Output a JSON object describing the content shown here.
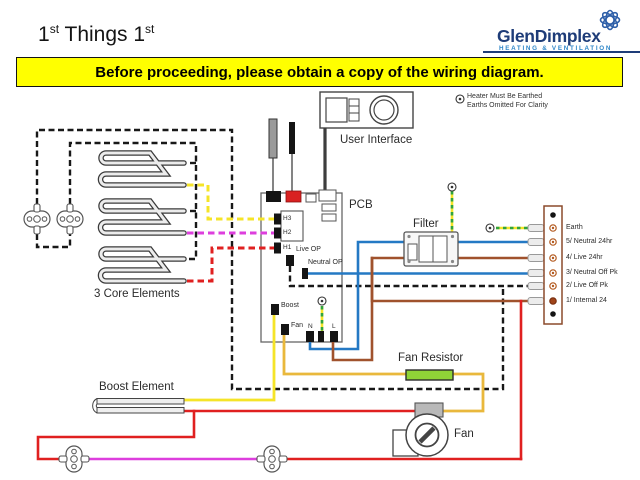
{
  "header": {
    "title": {
      "one_a": "1",
      "sup_a": "st",
      "rest": " Things 1",
      "sup_b": "st"
    },
    "banner": "Before proceeding, please obtain a copy of the wiring diagram.",
    "logo": {
      "name": "GlenDimplex",
      "tagline": "HEATING & VENTILATION"
    }
  },
  "note": {
    "line1": "Heater Must Be Earthed",
    "line2": "Earths Omitted For Clarity"
  },
  "labels": {
    "user_interface": "User Interface",
    "pcb": "PCB",
    "filter": "Filter",
    "fan_resistor": "Fan Resistor",
    "fan": "Fan",
    "core_elements": "3 Core Elements",
    "boost_element": "Boost Element"
  },
  "pcb_pins": {
    "h3": "H3",
    "h2": "H2",
    "h1": "H1",
    "live_op": "Live OP",
    "neutral_op": "Neutral OP",
    "boost": "Boost",
    "fan": "Fan",
    "n": "N",
    "l": "L"
  },
  "terminals": [
    "Earth",
    "5/ Neutral 24hr",
    "4/ Live 24hr",
    "3/ Neutral Off Pk",
    "2/ Live Off Pk",
    "1/ Internal 24"
  ],
  "colors": {
    "banner_bg": "#FFFF00",
    "logo_navy": "#1E3C78",
    "logo_blue": "#2E86C8",
    "wire_blue": "#2479C4",
    "wire_brown": "#A0522D",
    "wire_red": "#E02020",
    "wire_yellow": "#F5E428",
    "wire_gold": "#E9B83C",
    "wire_magenta": "#DD3EDD",
    "earth_green": "#2FA43C",
    "resistor_green": "#8FD437",
    "dash_black": "#181818"
  }
}
